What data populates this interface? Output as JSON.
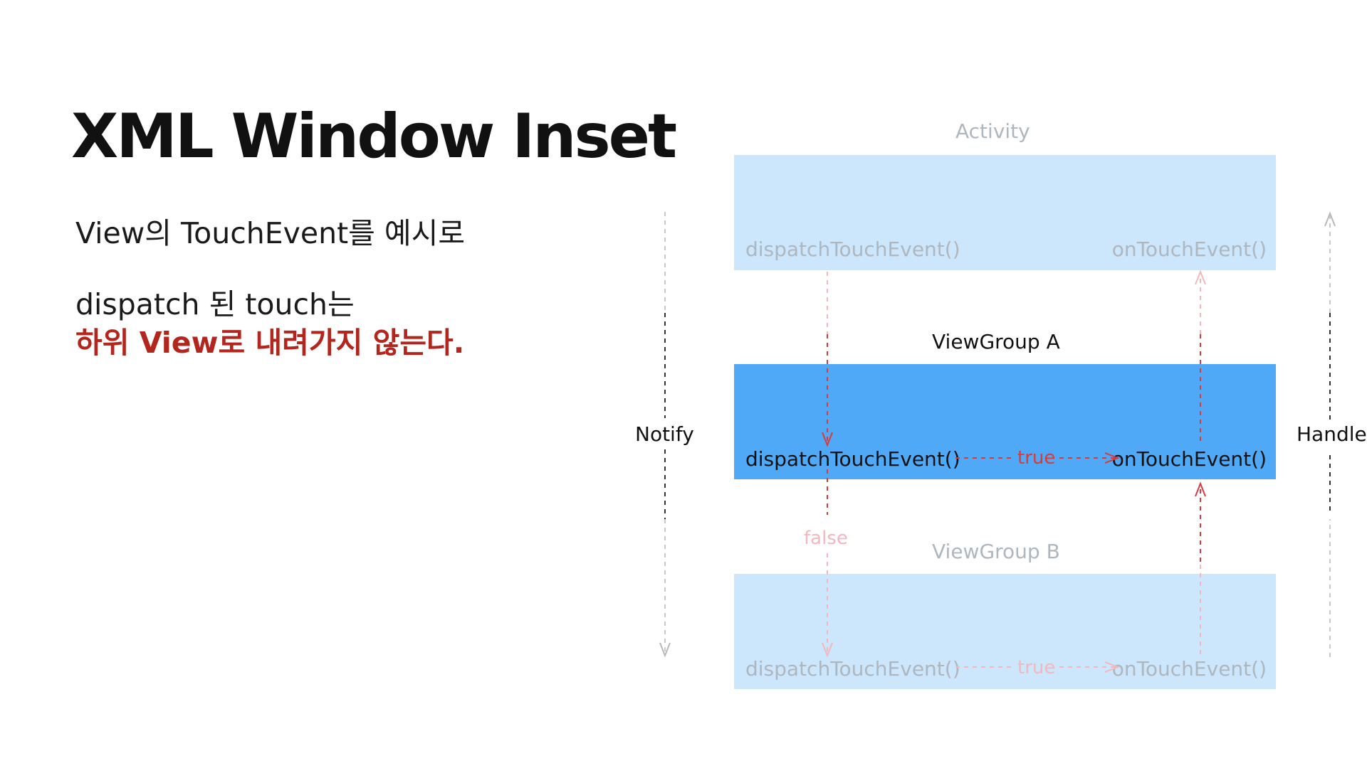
{
  "slide": {
    "title": "XML Window Inset",
    "line1": "View의 TouchEvent를 예시로",
    "line2": "dispatch 된 touch는",
    "line3": "하위 View로 내려가지 않는다."
  },
  "diagram": {
    "activity": {
      "label": "Activity",
      "dispatch": "dispatchTouchEvent()",
      "on_touch": "onTouchEvent()"
    },
    "group_a": {
      "label": "ViewGroup A",
      "dispatch": "dispatchTouchEvent()",
      "on_touch": "onTouchEvent()",
      "true_label": "true"
    },
    "group_b": {
      "label": "ViewGroup B",
      "dispatch": "dispatchTouchEvent()",
      "on_touch": "onTouchEvent()",
      "true_label": "true"
    },
    "false_label": "false",
    "notify_label": "Notify",
    "handle_label": "Handle"
  },
  "colors": {
    "title": "#111111",
    "emphasis": "#b3261e",
    "light_box": "#cce6fb",
    "active_box": "#4fa9f7",
    "arrow_red": "#d93a3a",
    "arrow_faded": "#f2b8bc"
  }
}
